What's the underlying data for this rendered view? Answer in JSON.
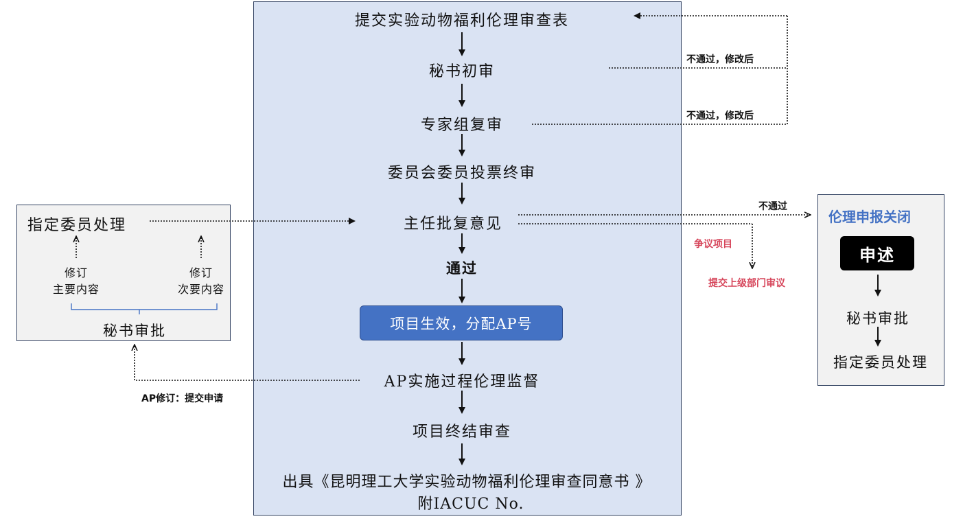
{
  "main": {
    "steps": {
      "submit": "提交实验动物福利伦理审查表",
      "secretary_initial": "秘书初审",
      "expert_review": "专家组复审",
      "committee_vote": "委员会委员投票终审",
      "director_opinion": "主任批复意见",
      "passed": "通过",
      "effective": "项目生效，分配AP号",
      "supervision": "AP实施过程伦理监督",
      "final_review": "项目终结审查",
      "certificate_line1": "出具《昆明理工大学实验动物福利伦理审查同意书 》",
      "certificate_line2": "附IACUC No."
    }
  },
  "notes": {
    "fail_revise_1": "不通过，修改后",
    "fail_revise_2": "不通过，修改后",
    "fail": "不通过",
    "disputed": "争议项目",
    "submit_higher": "提交上级部门审议",
    "ap_revision": "AP修订：提交申请"
  },
  "left": {
    "assign": "指定委员处理",
    "revise_main_1": "修订",
    "revise_main_2": "主要内容",
    "revise_minor_1": "修订",
    "revise_minor_2": "次要内容",
    "secretary_approve": "秘书审批"
  },
  "right": {
    "title": "伦理申报关闭",
    "appeal": "申述",
    "secretary_approve": "秘书审批",
    "assign": "指定委员处理"
  },
  "colors": {
    "main_bg": "#dae3f3",
    "side_bg": "#f2f2f2",
    "accent_blue": "#4472c4",
    "title_blue": "#4472c4",
    "red": "#d6455a"
  }
}
